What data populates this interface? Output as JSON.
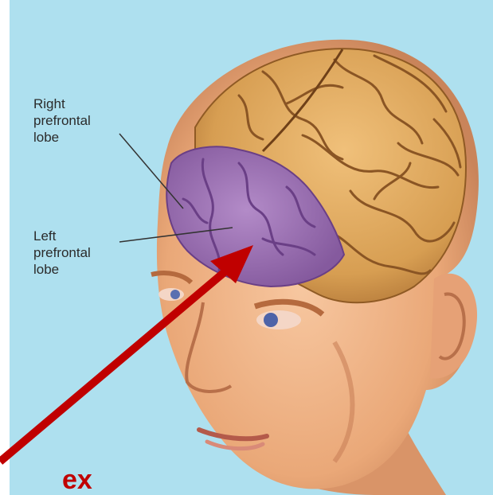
{
  "labels": {
    "right_prefrontal": "Right\nprefrontal\nlobe",
    "left_prefrontal": "Left\nprefrontal\nlobe",
    "cortex_fragment": "ex"
  },
  "colors": {
    "background": "#aee0ef",
    "skin": "#f0b184",
    "brain": "#d9a55a",
    "prefrontal": "#9a6fb0",
    "arrow": "#c00000",
    "label_text": "#2b2b2b"
  }
}
